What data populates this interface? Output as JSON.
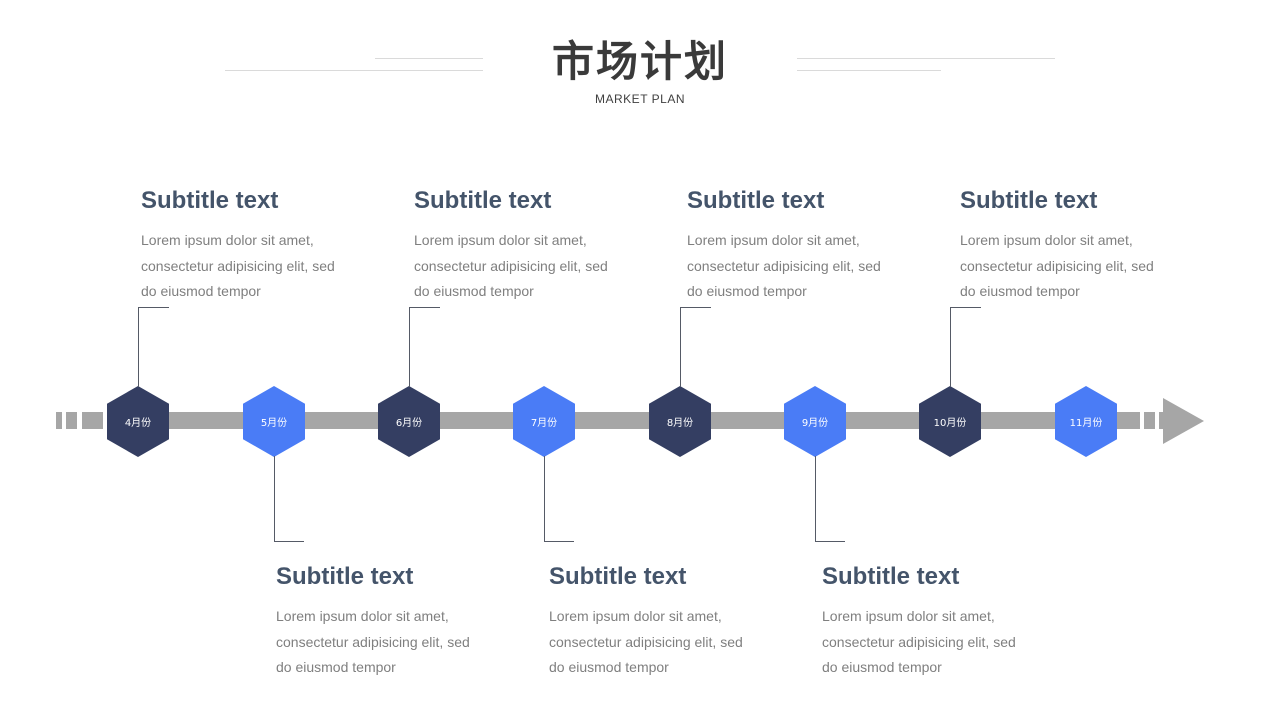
{
  "header": {
    "title": "市场计划",
    "subtitle": "MARKET PLAN"
  },
  "colors": {
    "dark_node": "#343e62",
    "blue_node": "#4a7cf6",
    "timeline": "#a6a6a6",
    "card_title": "#44546a",
    "card_text": "#7f7f7f"
  },
  "timeline": {
    "nodes": [
      {
        "label": "4月份",
        "style": "dark"
      },
      {
        "label": "5月份",
        "style": "blue"
      },
      {
        "label": "6月份",
        "style": "dark"
      },
      {
        "label": "7月份",
        "style": "blue"
      },
      {
        "label": "8月份",
        "style": "dark"
      },
      {
        "label": "9月份",
        "style": "blue"
      },
      {
        "label": "10月份",
        "style": "dark"
      },
      {
        "label": "11月份",
        "style": "blue"
      }
    ]
  },
  "cards": {
    "top": [
      {
        "title": "Subtitle text",
        "lines": [
          "Lorem ipsum dolor sit amet,",
          "consectetur adipisicing elit, sed",
          "do eiusmod tempor"
        ]
      },
      {
        "title": "Subtitle text",
        "lines": [
          "Lorem ipsum dolor sit amet,",
          "consectetur adipisicing elit, sed",
          "do eiusmod tempor"
        ]
      },
      {
        "title": "Subtitle text",
        "lines": [
          "Lorem ipsum dolor sit amet,",
          "consectetur adipisicing elit, sed",
          "do eiusmod tempor"
        ]
      },
      {
        "title": "Subtitle text",
        "lines": [
          "Lorem ipsum dolor sit amet,",
          "consectetur adipisicing elit, sed",
          "do eiusmod tempor"
        ]
      }
    ],
    "bottom": [
      {
        "title": "Subtitle text",
        "lines": [
          "Lorem ipsum dolor sit amet,",
          "consectetur adipisicing elit, sed",
          "do eiusmod tempor"
        ]
      },
      {
        "title": "Subtitle text",
        "lines": [
          "Lorem ipsum dolor sit amet,",
          "consectetur adipisicing elit, sed",
          "do eiusmod tempor"
        ]
      },
      {
        "title": "Subtitle text",
        "lines": [
          "Lorem ipsum dolor sit amet,",
          "consectetur adipisicing elit, sed",
          "do eiusmod tempor"
        ]
      }
    ]
  }
}
